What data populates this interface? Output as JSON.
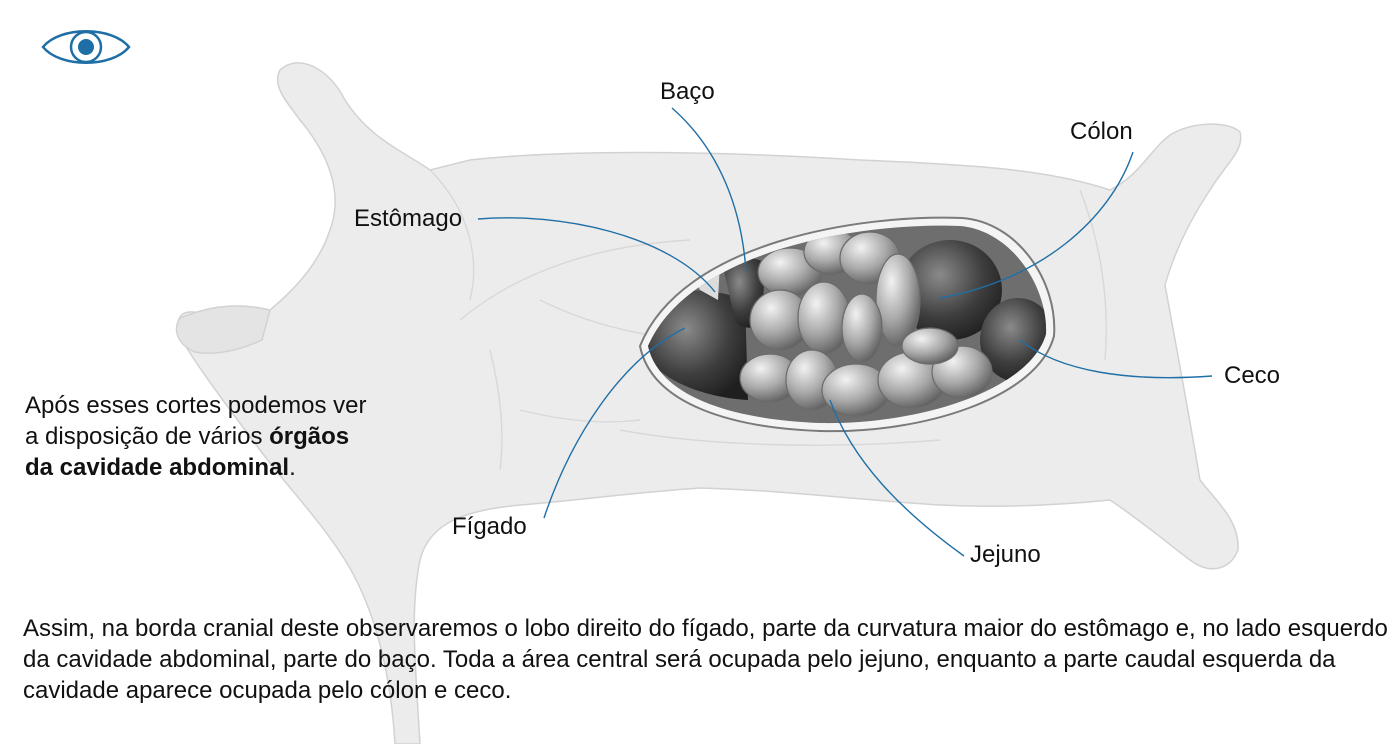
{
  "labels": {
    "baco": "Baço",
    "colon": "Cólon",
    "estomago": "Estômago",
    "ceco": "Ceco",
    "figado": "Fígado",
    "jejuno": "Jejuno"
  },
  "side_text": {
    "part1": "Após esses cortes podemos ver a disposição de vários ",
    "bold": "órgãos da cavidade abdominal",
    "part2": "."
  },
  "bottom_text": "Assim, na borda cranial deste observaremos o lobo direito do fígado, parte da curvatura maior do estômago e, no lado esquerdo da cavidade abdominal, parte do baço. Toda a área central será ocupada pelo jejuno, enquanto a parte caudal esquerda da cavidade aparece ocupada pelo cólon e ceco.",
  "icons": {
    "eye": "eye-icon"
  },
  "colors": {
    "leader_line": "#1f6fa6",
    "icon": "#1f6fa6",
    "body": "#e9e9e9"
  }
}
